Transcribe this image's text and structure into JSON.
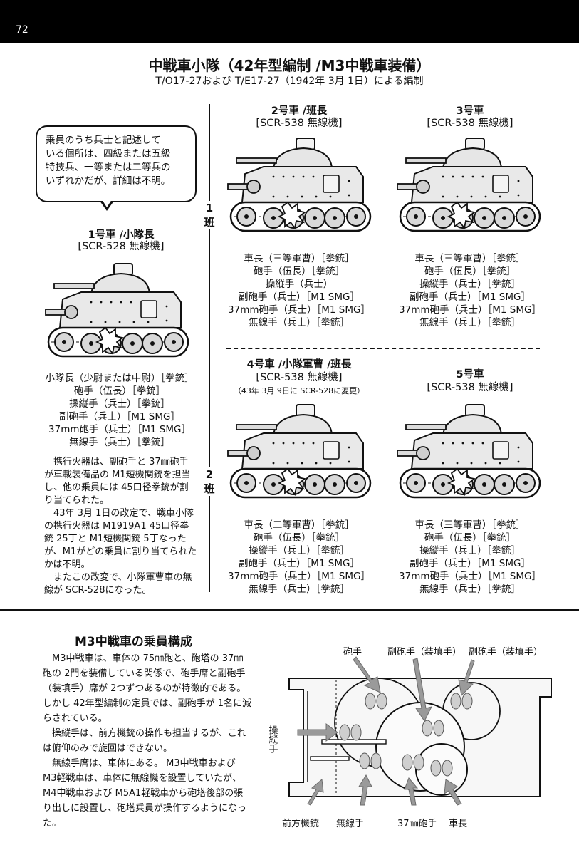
{
  "page": {
    "number": "72"
  },
  "title": {
    "main": "中戦車小隊（42年型編制 /M3中戦車装備）",
    "sub": "T/O17-27および T/E17-27（1942年 3月 1日）による編制"
  },
  "bubble": {
    "lines": [
      "乗員のうち兵士と記述して",
      "いる個所は、四級または五級",
      "特技兵、一等または二等兵の",
      "いずれかだが、詳細は不明。"
    ]
  },
  "groups": {
    "g1": [
      "1",
      "班"
    ],
    "g2": [
      "2",
      "班"
    ]
  },
  "vehicles": {
    "v1": {
      "name": "1号車 /小隊長",
      "radio": "[SCR-528 無線機]",
      "crew": [
        "小隊長（少尉または中尉）［拳銃］",
        "砲手（伍長）［拳銃］",
        "操縦手（兵士）［拳銃］",
        "副砲手（兵士）［M1 SMG］",
        "37mm砲手（兵士）［M1 SMG］",
        "無線手（兵士）［拳銃］"
      ]
    },
    "v2": {
      "name": "2号車 /班長",
      "radio": "[SCR-538 無線機]",
      "crew": [
        "車長（三等軍曹）［拳銃］",
        "砲手（伍長）［拳銃］",
        "操縦手（兵士）",
        "副砲手（兵士）［M1 SMG］",
        "37mm砲手（兵士）［M1 SMG］",
        "無線手（兵士）［拳銃］"
      ]
    },
    "v3": {
      "name": "3号車",
      "radio": "[SCR-538 無線機]",
      "crew": [
        "車長（三等軍曹）［拳銃］",
        "砲手（伍長）［拳銃］",
        "操縦手（兵士）［拳銃］",
        "副砲手（兵士）［M1 SMG］",
        "37mm砲手（兵士）［M1 SMG］",
        "無線手（兵士）［拳銃］"
      ]
    },
    "v4": {
      "name": "4号車 /小隊軍曹 /班長",
      "radio": "[SCR-538 無線機]",
      "note": "（43年 3月 9日に SCR-528に変更）",
      "crew": [
        "車長（二等軍曹）［拳銃］",
        "砲手（伍長）［拳銃］",
        "操縦手（兵士）［拳銃］",
        "副砲手（兵士）［M1 SMG］",
        "37mm砲手（兵士）［M1 SMG］",
        "無線手（兵士）［拳銃］"
      ]
    },
    "v5": {
      "name": "5号車",
      "radio": "[SCR-538 無線機]",
      "crew": [
        "車長（三等軍曹）［拳銃］",
        "砲手（伍長）［拳銃］",
        "操縦手（兵士）［拳銃］",
        "副砲手（兵士）［M1 SMG］",
        "37mm砲手（兵士）［M1 SMG］",
        "無線手（兵士）［拳銃］"
      ]
    }
  },
  "weapons_note": {
    "p1": "携行火器は、副砲手と 37㎜砲手が車載装備品の M1短機関銃を担当し、他の乗員には 45口径拳銃が割り当てられた。",
    "p2": "43年 3月 1日の改定で、戦車小隊の携行火器は M1919A1 45口径拳銃 25丁と M1短機関銃 5丁なったが、M1がどの乗員に割り当てられたかは不明。",
    "p3": "またこの改変で、小隊軍曹車の無線が SCR-528になった。"
  },
  "section": {
    "title": "M3中戦車の乗員構成",
    "p1": "M3中戦車は、車体の 75㎜砲と、砲塔の 37㎜砲の 2門を装備している関係で、砲手席と副砲手（装填手）席が 2つずつあるのが特徴的である。しかし 42年型編制の定員では、副砲手が 1名に減らされている。",
    "p2": "操縦手は、前方機銃の操作も担当するが、これは俯仰のみで旋回はできない。",
    "p3": "無線手席は、車体にある。 M3中戦車および M3軽戦車は、車体に無線機を設置していたが、M4中戦車および M5A1軽戦車から砲塔後部の張り出しに設置し、砲塔乗員が操作するようになった。"
  },
  "diagram_labels": {
    "gunner": "砲手",
    "asst1": "副砲手（装填手）",
    "asst2": "副砲手（装填手）",
    "driver": "操縦手",
    "mg": "前方機銃",
    "radio": "無線手",
    "gunner37": "37㎜砲手",
    "commander": "車長"
  }
}
